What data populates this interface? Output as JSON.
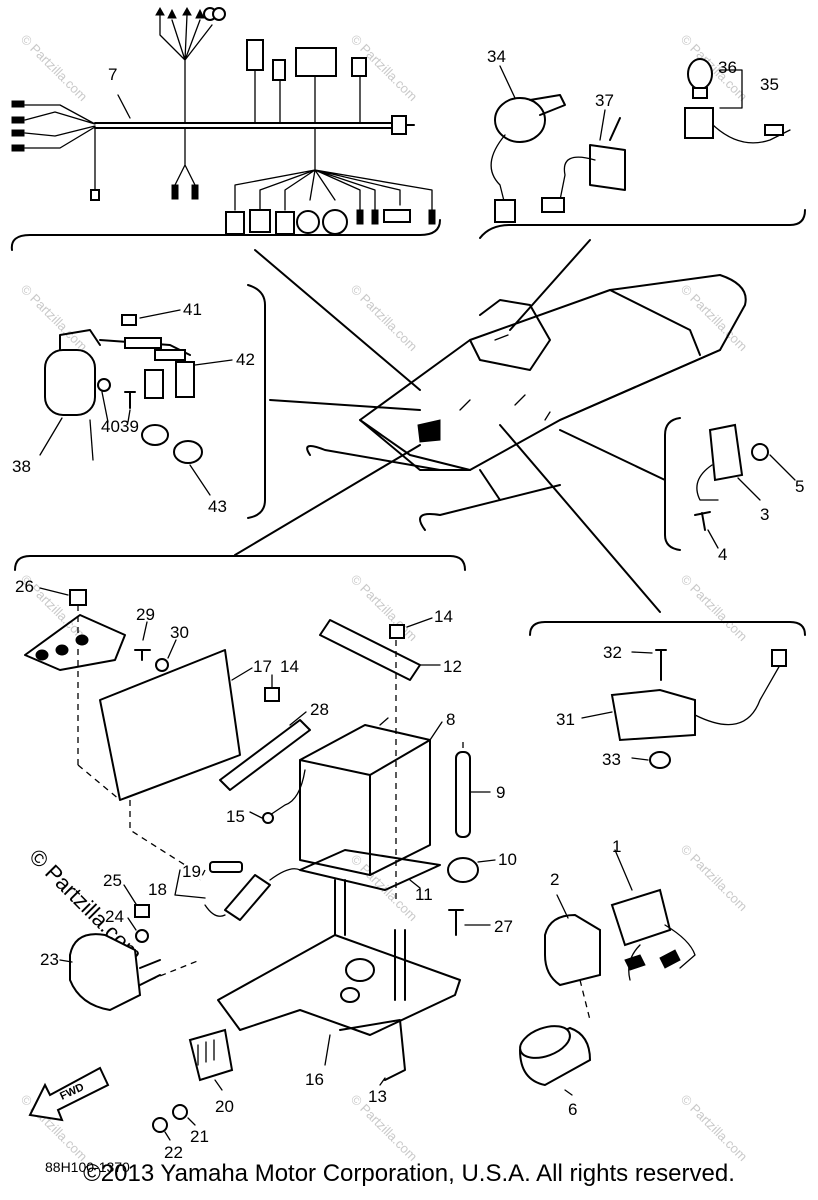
{
  "diagram": {
    "part_number_code": "88H100-1370",
    "fwd_label": "FWD",
    "watermark_text": "© Partzilla.com",
    "watermark_large": "© Partzilla.com",
    "callouts": [
      "1",
      "2",
      "3",
      "4",
      "5",
      "6",
      "7",
      "8",
      "9",
      "10",
      "11",
      "12",
      "13",
      "14",
      "14",
      "15",
      "16",
      "17",
      "18",
      "19",
      "20",
      "21",
      "22",
      "23",
      "24",
      "25",
      "26",
      "27",
      "28",
      "29",
      "30",
      "31",
      "32",
      "33",
      "34",
      "35",
      "36",
      "37",
      "38",
      "39",
      "40",
      "41",
      "42",
      "43"
    ]
  },
  "footer": {
    "copyright": "©2013 Yamaha Motor Corporation, U.S.A. All rights reserved."
  }
}
